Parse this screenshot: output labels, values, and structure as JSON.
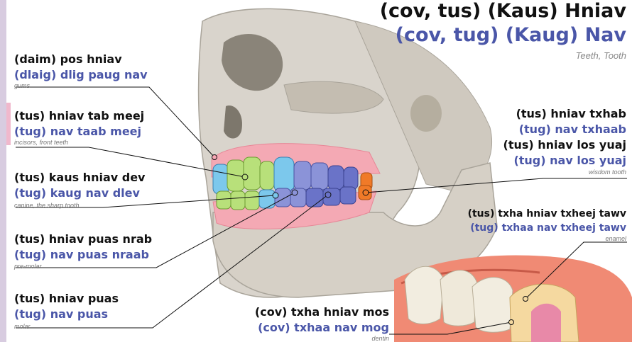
{
  "title": {
    "hmong": "(cov, tus) (Kaus) Hniav",
    "blue": "(cov, tug) (Kaug) Nav",
    "english": "Teeth, Tooth"
  },
  "labels": {
    "gums": {
      "hmong": "(daim) pos hniav",
      "blue": "(dlaig) dlig paug nav",
      "english": "gums"
    },
    "incisors": {
      "hmong": "(tus) hniav tab meej",
      "blue": "(tug) nav taab meej",
      "english": "incisors, front teeth"
    },
    "canine": {
      "hmong": "(tus) kaus hniav dev",
      "blue": "(tug) kaug nav dlev",
      "english": "canine, the sharp tooth"
    },
    "premolar": {
      "hmong": "(tus) hniav puas nrab",
      "blue": "(tug) nav puas nraab",
      "english": "pre-molar"
    },
    "molar": {
      "hmong": "(tus) hniav puas",
      "blue": "(tug) nav puas",
      "english": "molar"
    },
    "wisdom": {
      "hmong1": "(tus) hniav txhab",
      "blue1": "(tug) nav txhaab",
      "hmong2": "(tus) hniav los yuaj",
      "blue2": "(tug) nav los yuaj",
      "english": "wisdom tooth"
    },
    "enamel": {
      "hmong": "(tus) txha hniav txheej tawv",
      "blue": "(tug) txhaa nav txheej tawv",
      "english": "enamel"
    },
    "dentin": {
      "hmong": "(cov) txha hniav mos",
      "blue": "(cov) txhaa nav mog",
      "english": "dentin"
    }
  },
  "colors": {
    "skull": "#dcd8d0",
    "gum": "#f4a9b4",
    "incisor": "#b8e07a",
    "canine": "#7cc8ec",
    "premolar": "#8b93d8",
    "molar": "#6a73c8",
    "wisdom": "#f07a28",
    "accent": "#4a56a8"
  }
}
